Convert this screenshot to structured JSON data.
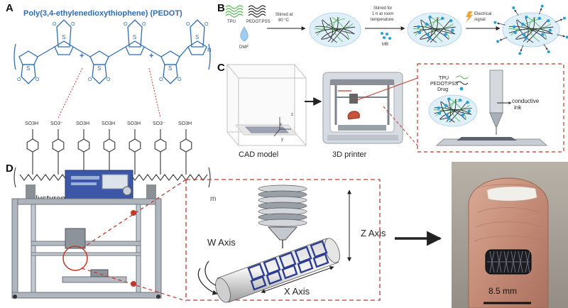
{
  "panels": {
    "a": {
      "letter": "A",
      "pedot_title": "Poly(3,4-ethylenedioxythiophene) (PEDOT)",
      "pss_title": "Polystyrene sulfonate (PSS)",
      "repeat_n": "n",
      "repeat_m": "m",
      "so3h": "SO3H",
      "so3_minus": "SO3⁻",
      "plus": "+",
      "sulfur": "S",
      "oxygen": "O",
      "colors": {
        "pedot": "#2f6db5",
        "pss": "#444444",
        "ionic": "#c0392b"
      }
    },
    "b": {
      "letter": "B",
      "tpu": "TPU",
      "pedotpss": "PEDOT:PSS",
      "dmf": "DMF",
      "step1": [
        "Stirred at",
        "80 °C"
      ],
      "step2": [
        "Stirred for",
        "1 h at room",
        "temperature"
      ],
      "mb": "MB",
      "step3": [
        "Electrical",
        "signal"
      ],
      "colors": {
        "tpu": "#5cb85c",
        "drop": "#9ecbf0",
        "bubble": "#dff0fb",
        "particle": "#2a9fd6"
      }
    },
    "c": {
      "letter": "C",
      "cad_label": "CAD model",
      "printer_label": "3D printer",
      "legend": [
        "TPU",
        "PEDOT:PSS",
        "Drug"
      ],
      "ink_label": [
        "conductive",
        "ink"
      ],
      "axes": [
        "x",
        "y",
        "z"
      ]
    },
    "d": {
      "letter": "D",
      "w_axis": "W Axis",
      "z_axis": "Z Axis",
      "x_axis": "X Axis",
      "scale_label": "8.5 mm",
      "colors": {
        "scaffold": "#2d3d8f",
        "skin": "#c79682"
      }
    }
  }
}
